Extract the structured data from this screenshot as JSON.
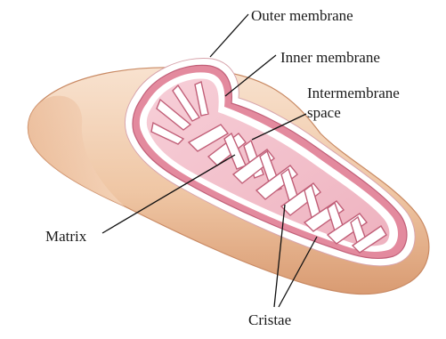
{
  "labels": {
    "outer_membrane": "Outer membrane",
    "inner_membrane": "Inner membrane",
    "intermembrane_line1": "Intermembrane",
    "intermembrane_line2": "space",
    "matrix": "Matrix",
    "cristae": "Cristae"
  },
  "colors": {
    "outer_body_light": "#f6dcc6",
    "outer_body_mid": "#ecbf9b",
    "outer_body_dark": "#d69a72",
    "membrane_pink": "#e38a9e",
    "membrane_dark": "#c15f78",
    "matrix_fill": "#f4c6d0",
    "white_space": "#ffffff"
  }
}
